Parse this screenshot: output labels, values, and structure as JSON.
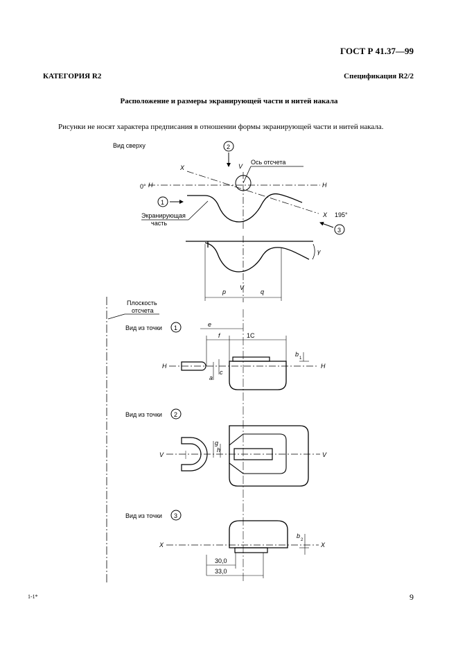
{
  "header": {
    "standard": "ГОСТ Р 41.37—99",
    "category": "КАТЕГОРИЯ R2",
    "specification": "Спецификация R2/2"
  },
  "title": "Расположение и размеры экранирующей части и нитей накала",
  "note": "Рисунки не носят характера предписания в отношении формы экранирующей части и нитей накала.",
  "figure": {
    "top_view": {
      "caption": "Вид сверху",
      "callout_2": "2",
      "callout_1": "1",
      "callout_3": "3",
      "reference_axis": "Ось отсчета",
      "shield_label_1": "Экранирующая",
      "shield_label_2": "часть",
      "angle_0": "0°",
      "angle_195": "195°",
      "axis_X": "X",
      "axis_V": "V",
      "axis_H": "H"
    },
    "profile": {
      "gamma": "γ",
      "p": "p",
      "q": "q",
      "axis_V": "V"
    },
    "reference_plane_1": "Плоскость",
    "reference_plane_2": "отсчета",
    "view1": {
      "caption": "Вид из точки",
      "num": "1",
      "e": "e",
      "f": "f",
      "one_c": "1C",
      "b1": "b",
      "b1_sub": "1",
      "a": "a",
      "c": "c",
      "axis_H": "H"
    },
    "view2": {
      "caption": "Вид из точки",
      "num": "2",
      "g": "g",
      "h": "h",
      "axis_V": "V"
    },
    "view3": {
      "caption": "Вид из точки",
      "num": "3",
      "b2": "b",
      "b2_sub": "2",
      "dim_30": "30,0",
      "dim_33": "33,0",
      "axis_X": "X"
    }
  },
  "footer": {
    "left": "1-1*",
    "page": "9"
  }
}
